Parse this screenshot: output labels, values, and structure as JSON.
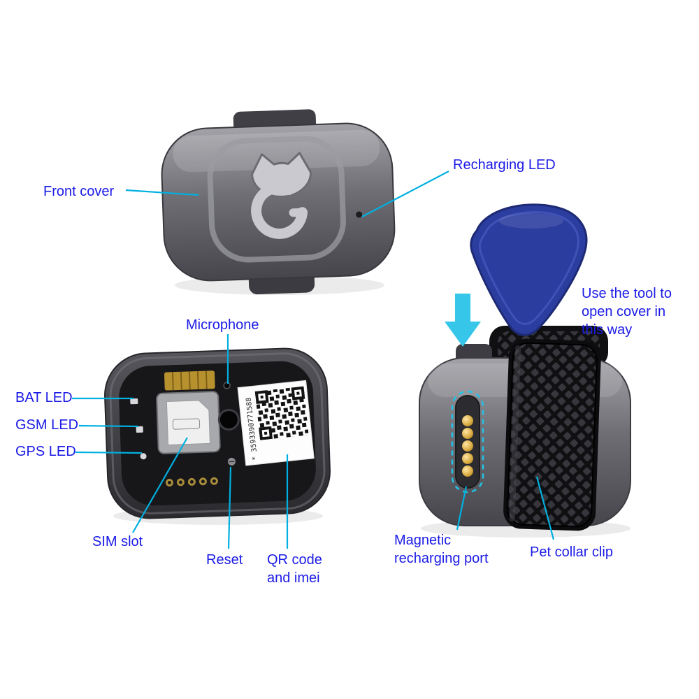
{
  "page": {
    "background_color": "#ffffff",
    "label_color": "#1b1be6",
    "leader_line_color": "#00b0e0",
    "arrow_color": "#35c6ea",
    "tool_color": "#2c3da0",
    "device_color": "#6e6e74",
    "strap_color": "#141416",
    "pin_gold_color": "#d8a93e"
  },
  "labels": {
    "front_cover": "Front cover",
    "recharging_led": "Recharging LED",
    "microphone": "Microphone",
    "bat_led": "BAT LED",
    "gsm_led": "GSM LED",
    "gps_led": "GPS LED",
    "sim_slot": "SIM slot",
    "reset": "Reset",
    "qr_code": "QR code and imei",
    "tool_note": "Use the tool to open cover in this way",
    "magnetic_port": "Magnetic recharging port",
    "pet_collar_clip": "Pet collar clip"
  },
  "device": {
    "qr_serial": "* 3593390771588"
  }
}
